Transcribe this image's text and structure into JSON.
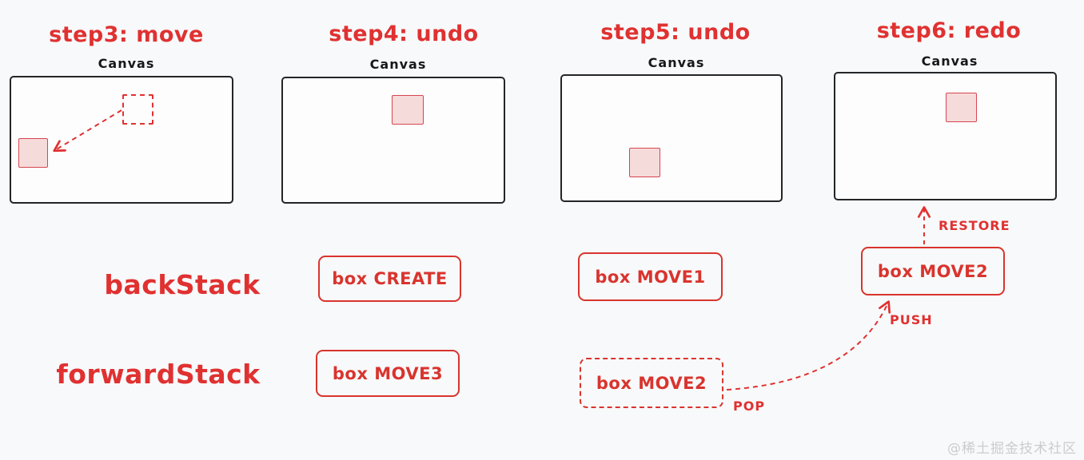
{
  "colors": {
    "accent_red": "#e03131",
    "box_border_red": "#d64550",
    "box_fill_pink": "#f6dbdb",
    "canvas_border": "#232527",
    "background": "#f8f9fa",
    "watermark_gray": "#cccccc"
  },
  "steps": [
    {
      "title": "step3: move",
      "canvas_label": "Canvas"
    },
    {
      "title": "step4: undo",
      "canvas_label": "Canvas"
    },
    {
      "title": "step5: undo",
      "canvas_label": "Canvas"
    },
    {
      "title": "step6: redo",
      "canvas_label": "Canvas"
    }
  ],
  "stacks": {
    "back_label": "backStack",
    "forward_label": "forwardStack",
    "back_items": [
      {
        "label": "box CREATE"
      },
      {
        "label": "box MOVE1"
      },
      {
        "label": "box MOVE2"
      }
    ],
    "forward_items": [
      {
        "label": "box MOVE3"
      },
      {
        "label": "box MOVE2"
      }
    ]
  },
  "annotations": {
    "restore": "RESTORE",
    "push": "PUSH",
    "pop": "POP"
  },
  "watermark": "@稀土掘金技术社区"
}
